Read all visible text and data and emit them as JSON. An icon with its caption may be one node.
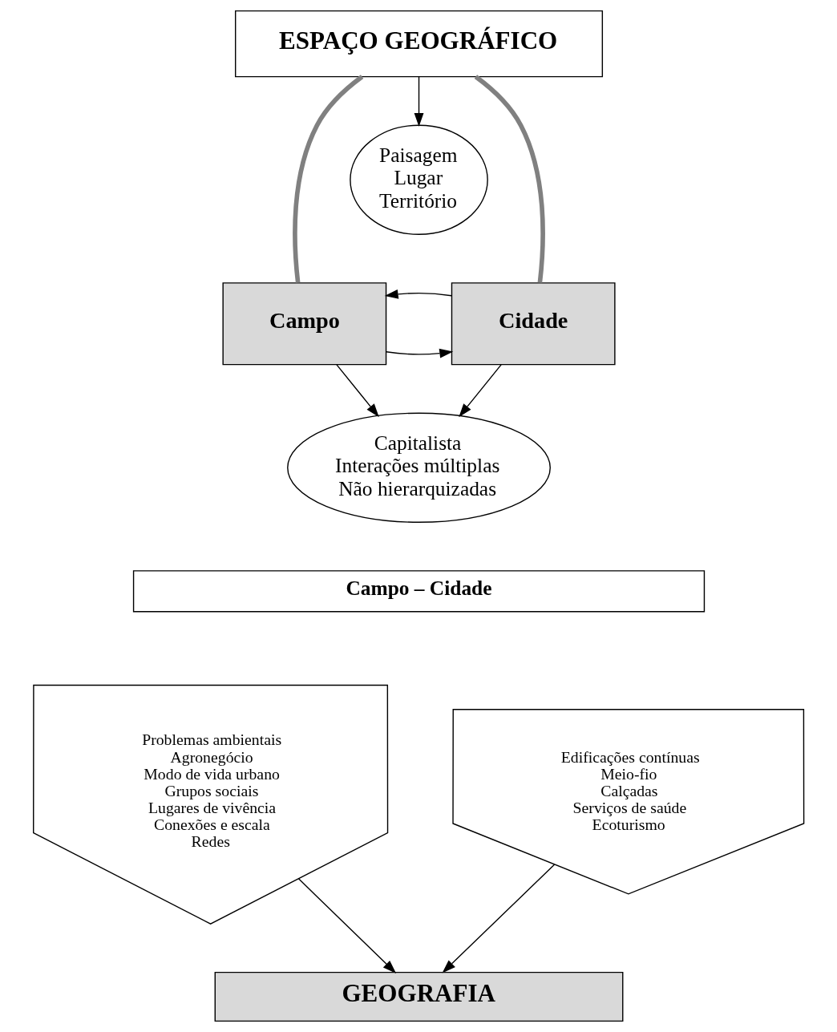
{
  "diagram": {
    "nodes": [
      {
        "text": [
          "ESPAÇO GEOGRÁFICO"
        ]
      },
      {
        "text": [
          "Paisagem",
          "Lugar",
          "Território"
        ]
      },
      {
        "text": [
          "Campo"
        ]
      },
      {
        "text": [
          "Cidade"
        ]
      },
      {
        "text": [
          "Capitalista",
          "Interações múltiplas",
          "Não hierarquizadas"
        ]
      },
      {
        "text": [
          "Campo – Cidade"
        ]
      },
      {
        "text": [
          "Problemas ambientais",
          "Agronegócio",
          "Modo de vida urbano",
          "Grupos sociais",
          "Lugares de vivência",
          "Conexões e escala",
          "Redes"
        ]
      },
      {
        "text": [
          "Edificações contínuas",
          "Meio-fio",
          "Calçadas",
          "Serviços de saúde",
          "Ecoturismo"
        ]
      },
      {
        "text": [
          "GEOGRAFIA"
        ]
      }
    ],
    "edges": [
      {
        "from": 0,
        "to": 1,
        "arrow": "to"
      },
      {
        "from": 0,
        "to": 2,
        "arrow": "none",
        "style": "thick",
        "color": "#808080"
      },
      {
        "from": 0,
        "to": 3,
        "arrow": "none",
        "style": "thick",
        "color": "#808080"
      },
      {
        "from": 2,
        "to": 3,
        "arrow": "to"
      },
      {
        "from": 3,
        "to": 2,
        "arrow": "to"
      },
      {
        "from": 2,
        "to": 4,
        "arrow": "to"
      },
      {
        "from": 3,
        "to": 4,
        "arrow": "to"
      },
      {
        "from": 6,
        "to": 8,
        "arrow": "to"
      },
      {
        "from": 7,
        "to": 8,
        "arrow": "to"
      }
    ]
  }
}
